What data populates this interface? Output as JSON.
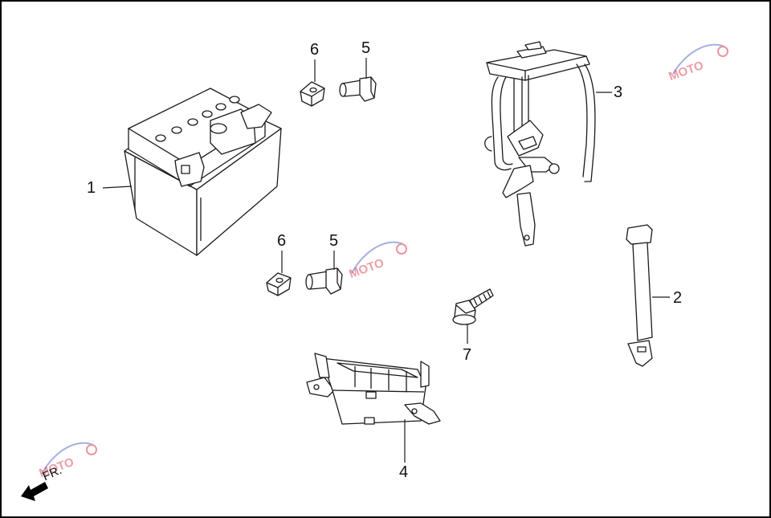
{
  "callouts": {
    "c1": "1",
    "c2": "2",
    "c3": "3",
    "c4": "4",
    "c5a": "5",
    "c5b": "5",
    "c6a": "6",
    "c6b": "6",
    "c7": "7"
  },
  "direction_label": "FR.",
  "watermark_text": "MOTO",
  "colors": {
    "line": "#1a1a1a",
    "border": "#000000",
    "watermark_red": "#d94050",
    "watermark_blue": "#5a6fc8"
  }
}
